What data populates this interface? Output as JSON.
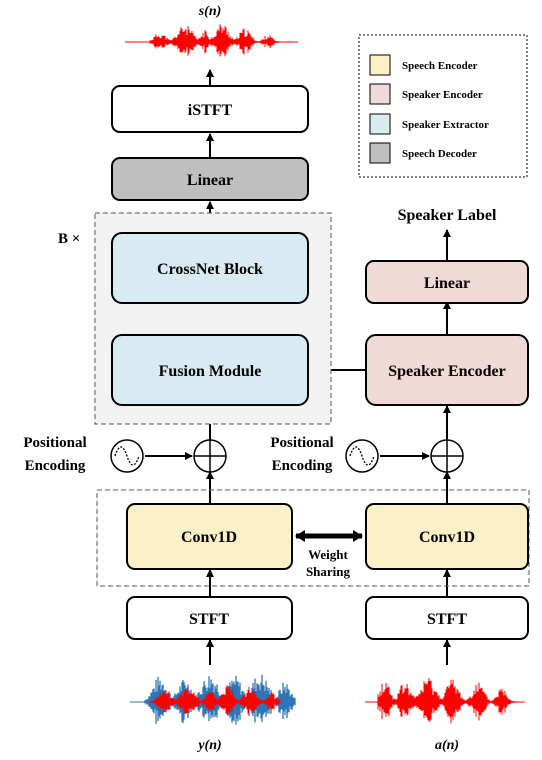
{
  "colors": {
    "speech_encoder": "#fcf0c8",
    "speaker_encoder": "#f1d9d8",
    "speaker_extractor": "#d9ebf2",
    "speech_decoder": "#bfbfbf",
    "repeat_region": "#f2f2f2",
    "wave_red": "#ff0000",
    "wave_blue": "#2e75b6"
  },
  "legend": {
    "items": [
      {
        "label": "Speech Encoder",
        "color": "#fcf0c8"
      },
      {
        "label": "Speaker Encoder",
        "color": "#f1d9d8"
      },
      {
        "label": "Speaker Extractor",
        "color": "#d9ebf2"
      },
      {
        "label": "Speech Decoder",
        "color": "#bfbfbf"
      }
    ]
  },
  "blocks": {
    "istft": "iSTFT",
    "linear_decoder": "Linear",
    "crossnet": "CrossNet Block",
    "fusion": "Fusion Module",
    "linear_speaker": "Linear",
    "speaker_encoder": "Speaker Encoder",
    "conv_left": "Conv1D",
    "conv_right": "Conv1D",
    "stft_left": "STFT",
    "stft_right": "STFT"
  },
  "labels": {
    "output_signal": "s(n)",
    "mixture_signal": "y(n)",
    "aux_signal": "a(n)",
    "speaker_label": "Speaker Label",
    "repeat": "B ×",
    "pos_enc_left_1": "Positional",
    "pos_enc_left_2": "Encoding",
    "pos_enc_right_1": "Positional",
    "pos_enc_right_2": "Encoding",
    "weight_sharing_1": "Weight",
    "weight_sharing_2": "Sharing"
  }
}
